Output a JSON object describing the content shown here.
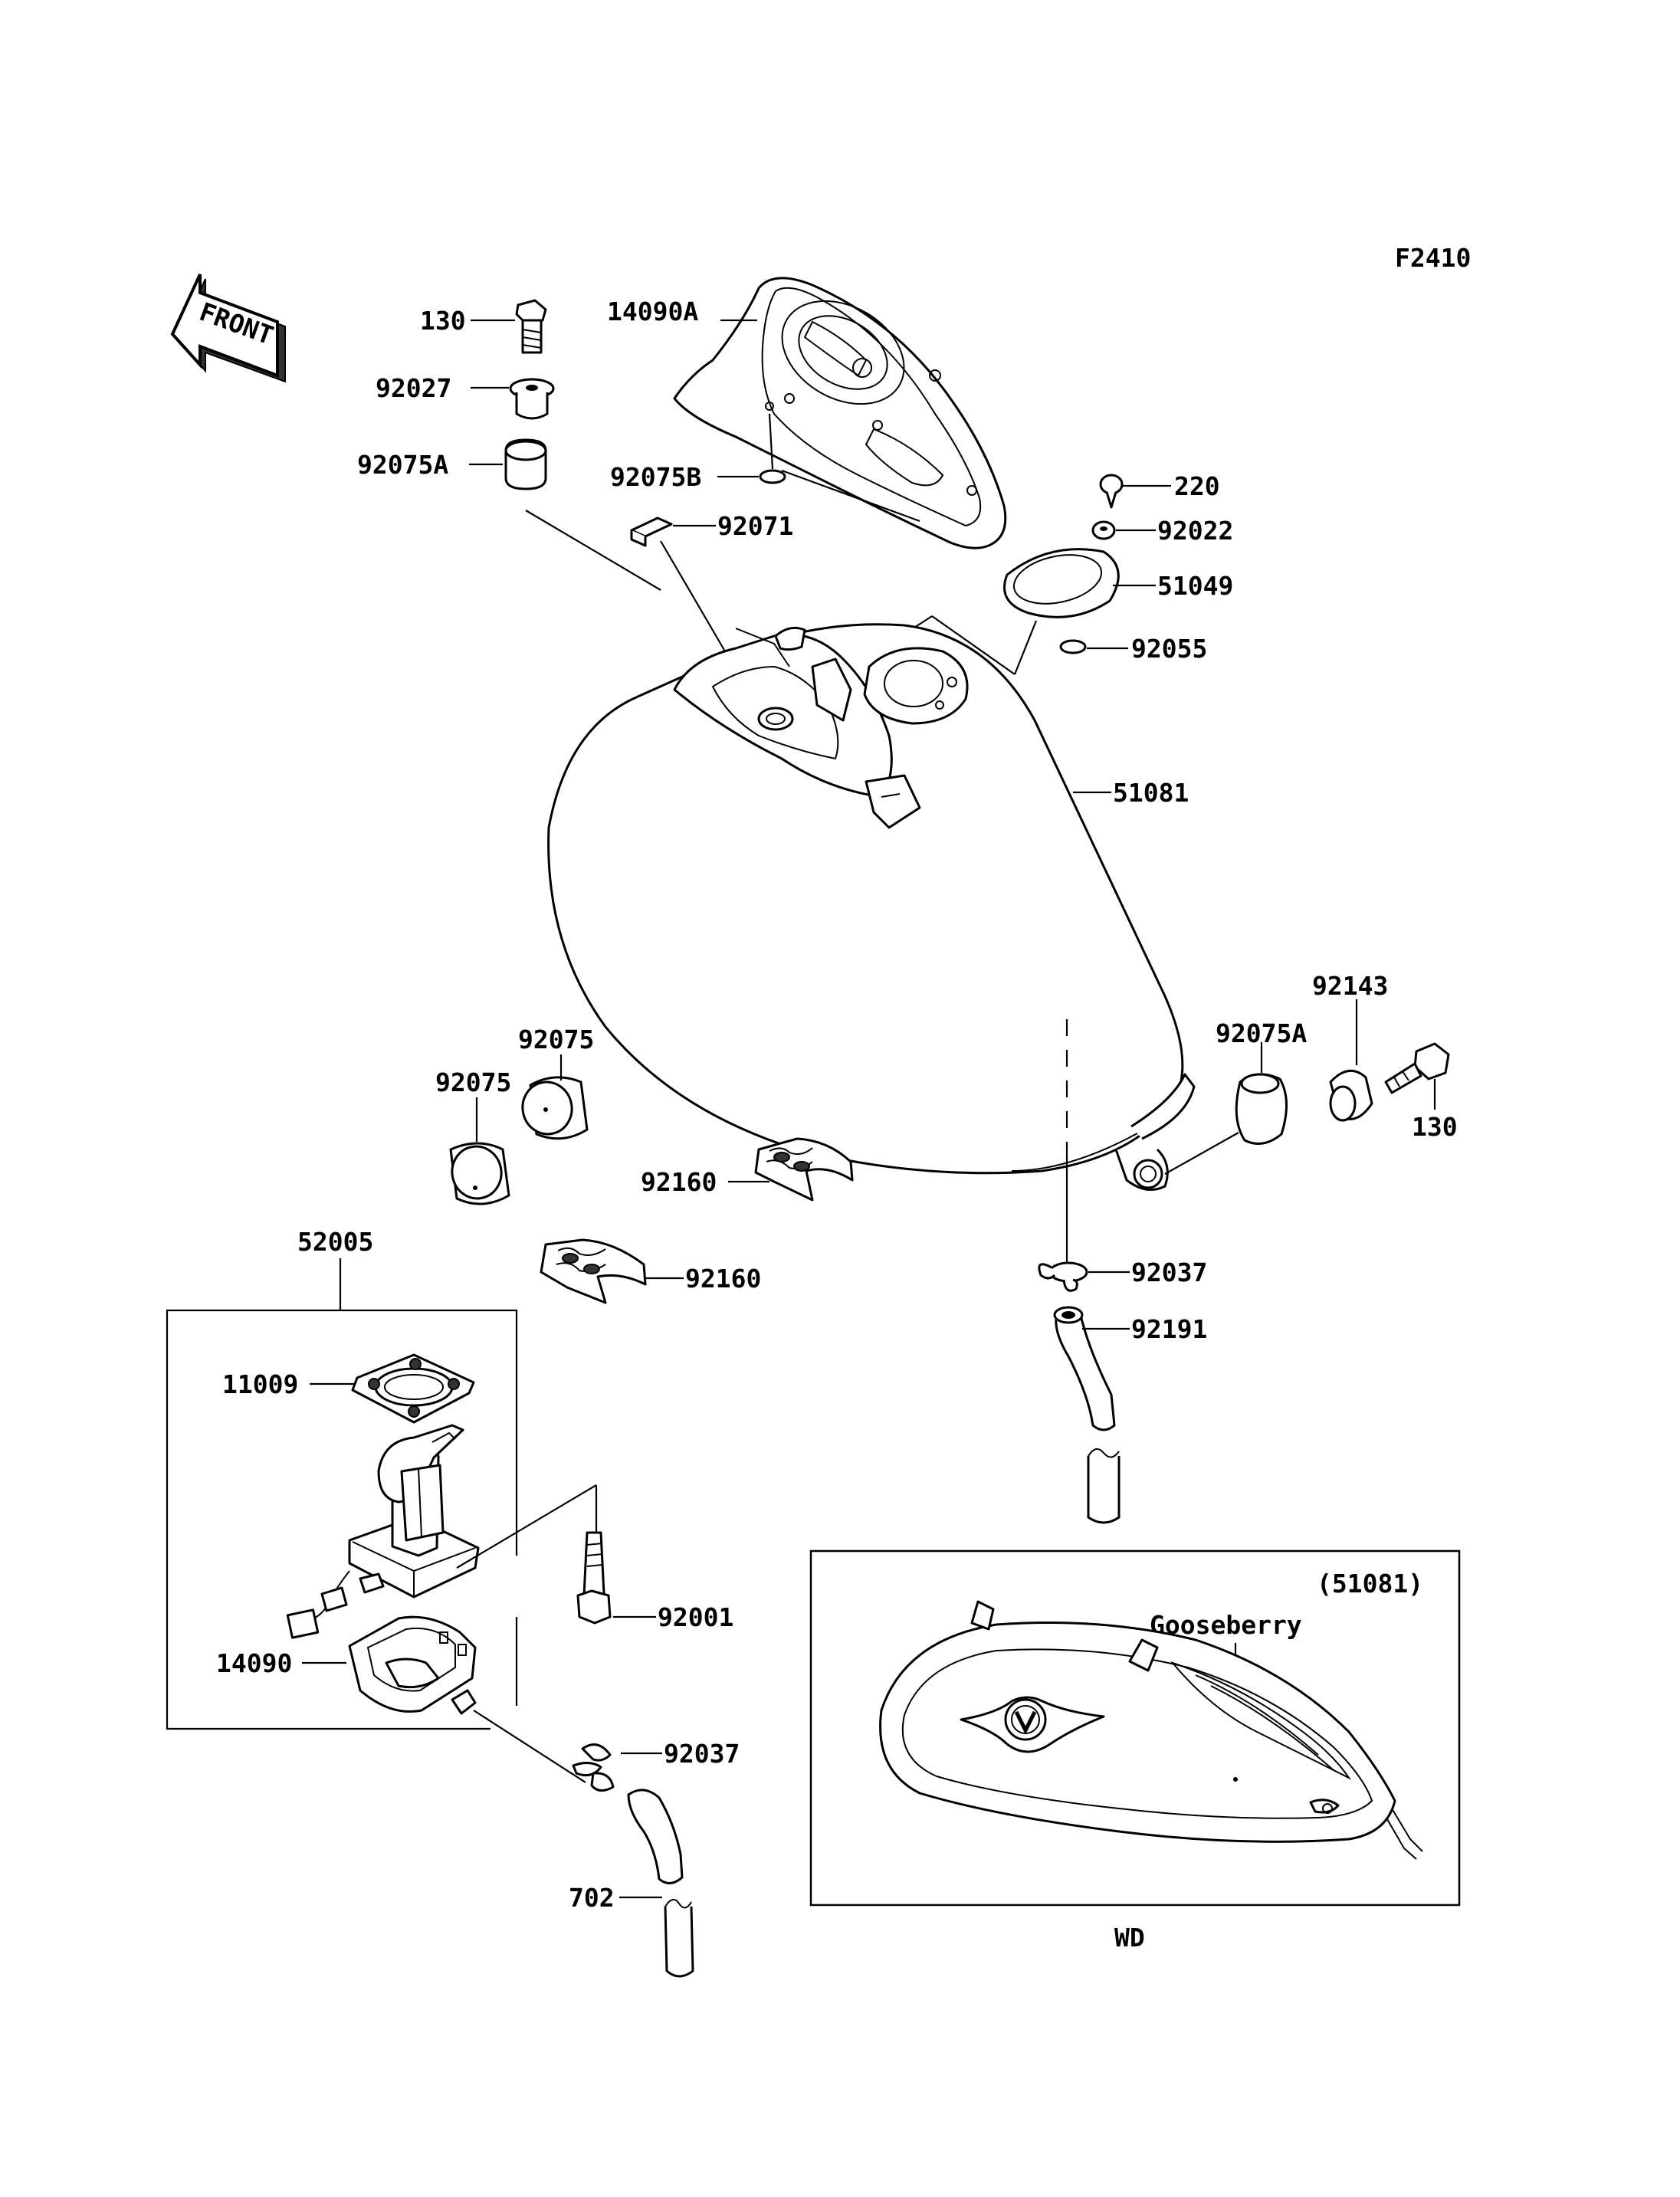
{
  "figure_code": "F2410",
  "front_label": "FRONT",
  "labels": {
    "p130_top": "130",
    "p14090A": "14090A",
    "p92027": "92027",
    "p92075A_top": "92075A",
    "p92075B": "92075B",
    "p220": "220",
    "p92071": "92071",
    "p92022": "92022",
    "p51049": "51049",
    "p92055": "92055",
    "p51081": "51081",
    "p92143": "92143",
    "p92075A_right": "92075A",
    "p130_right": "130",
    "p92075_a": "92075",
    "p92075_b": "92075",
    "p92160_a": "92160",
    "p92160_b": "92160",
    "p92037_right": "92037",
    "p92191": "92191",
    "p52005": "52005",
    "p11009": "11009",
    "p92001": "92001",
    "p14090": "14090",
    "p92037_bottom": "92037",
    "p702": "702"
  },
  "inset": {
    "ref": "(51081)",
    "color_label": "Gooseberry",
    "model": "WD"
  }
}
